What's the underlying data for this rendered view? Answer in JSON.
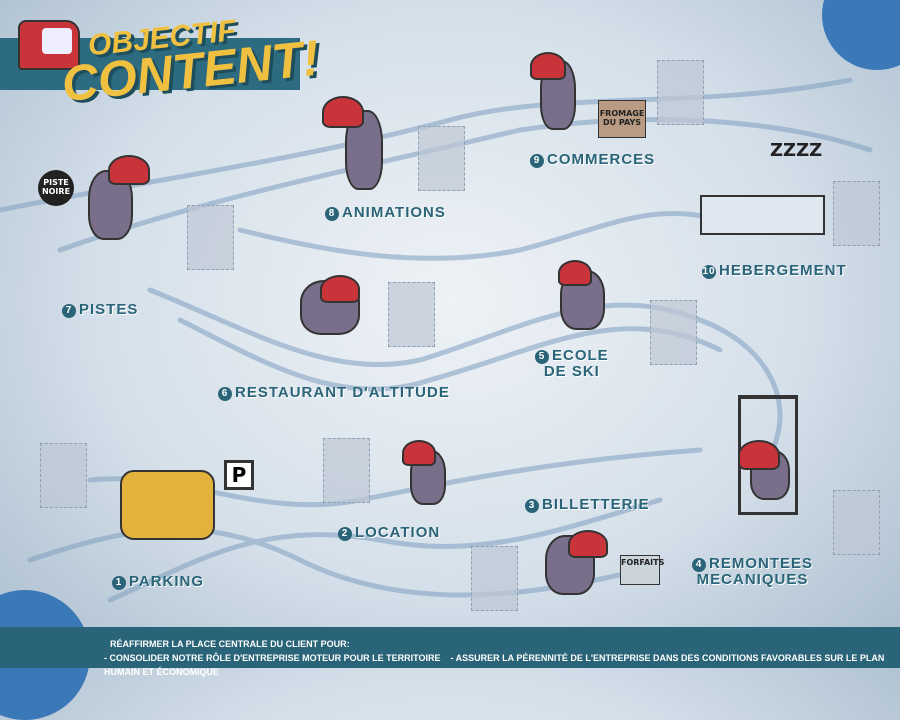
{
  "title": {
    "line1": "OBJECTIF",
    "line2": "CONTENT!"
  },
  "steps": [
    {
      "number": "1",
      "label": "PARKING"
    },
    {
      "number": "2",
      "label": "LOCATION"
    },
    {
      "number": "3",
      "label": "BILLETTERIE"
    },
    {
      "number": "4",
      "label": "REMONTEES",
      "label2": "MECANIQUES"
    },
    {
      "number": "5",
      "label": "ECOLE",
      "label2": "DE SKI"
    },
    {
      "number": "6",
      "label": "RESTAURANT D'ALTITUDE"
    },
    {
      "number": "7",
      "label": "PISTES"
    },
    {
      "number": "8",
      "label": "ANIMATIONS"
    },
    {
      "number": "9",
      "label": "COMMERCES"
    },
    {
      "number": "10",
      "label": "HEBERGEMENT"
    }
  ],
  "signs": {
    "piste": "PISTE NOIRE",
    "fromage": "FROMAGE DU PAYS",
    "forfaits": "FORFAITS",
    "parking": "P",
    "sleep": "ZZZZ"
  },
  "footer": {
    "heading": "RÉAFFIRMER LA PLACE CENTRALE DU CLIENT POUR:",
    "point1": "- CONSOLIDER NOTRE RÔLE D'ENTREPRISE MOTEUR POUR LE TERRITOIRE",
    "point2": "- ASSURER LA PÉRENNITÉ DE L'ENTREPRISE DANS DES CONDITIONS FAVORABLES SUR LE PLAN HUMAIN ET ÉCONOMIQUE"
  },
  "colors": {
    "teal": "#2a6478",
    "yellow": "#f0c040",
    "hat": "#c8343a"
  }
}
